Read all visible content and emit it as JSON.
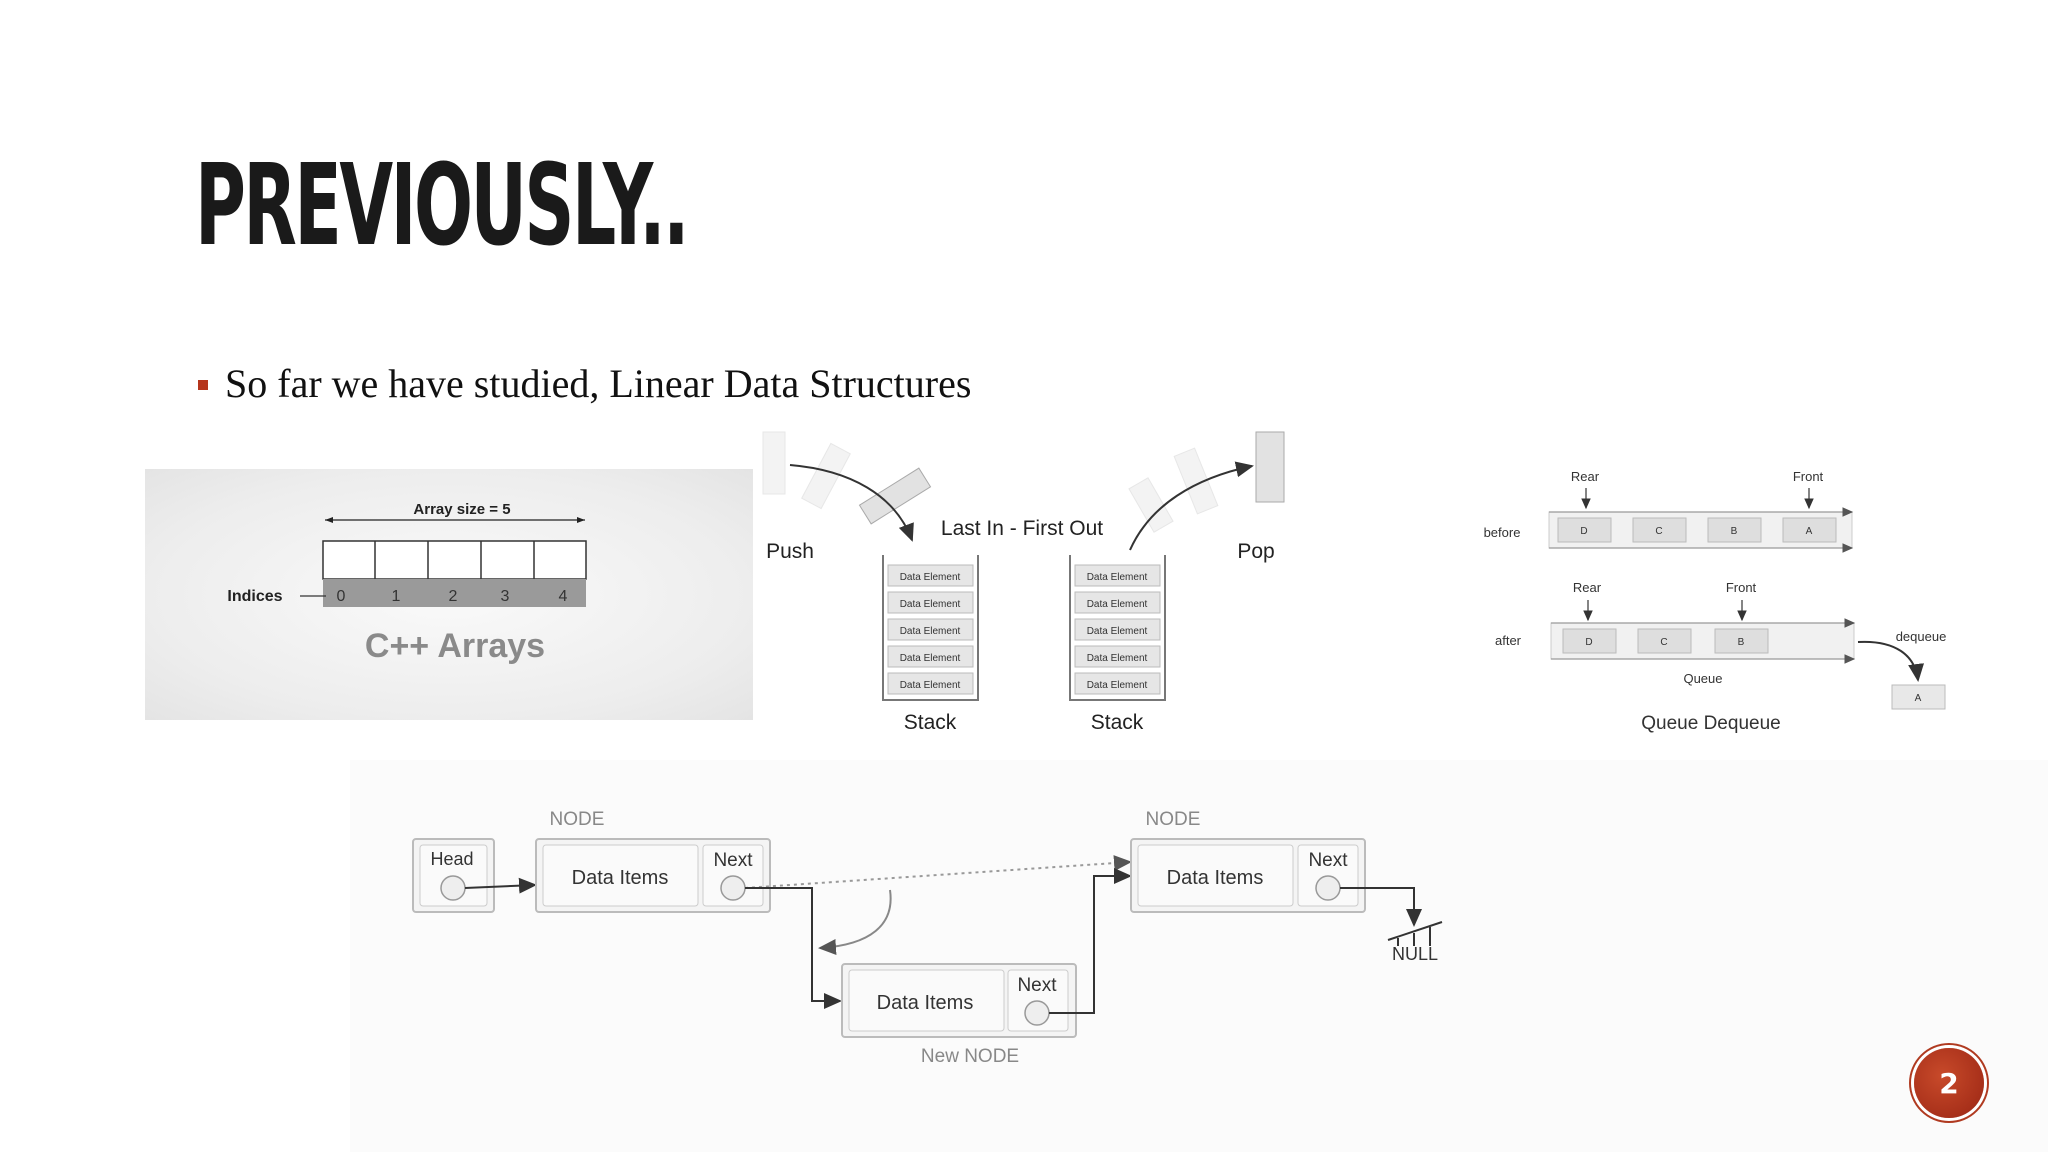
{
  "slide": {
    "title": "PREVIOUSLY..",
    "bullet": "So far we have studied, Linear Data Structures",
    "page_number": "2",
    "accent_color": "#b5351c"
  },
  "array_figure": {
    "size_label": "Array size = 5",
    "indices_label": "Indices",
    "indices": [
      "0",
      "1",
      "2",
      "3",
      "4"
    ],
    "caption": "C++ Arrays"
  },
  "stack_figure": {
    "push_label": "Push",
    "pop_label": "Pop",
    "lifo_label": "Last In - First Out",
    "element_label": "Data Element",
    "stack_label": "Stack"
  },
  "queue_figure": {
    "before_label": "before",
    "after_label": "after",
    "rear_label": "Rear",
    "front_label": "Front",
    "before_items": [
      "D",
      "C",
      "B",
      "A"
    ],
    "after_items": [
      "D",
      "C",
      "B"
    ],
    "dequeue_label": "dequeue",
    "dequeued_item": "A",
    "queue_label": "Queue",
    "caption": "Queue Dequeue"
  },
  "linked_list_figure": {
    "node_label": "NODE",
    "head_label": "Head",
    "data_items_label": "Data Items",
    "next_label": "Next",
    "null_label": "NULL",
    "new_node_label": "New NODE"
  }
}
